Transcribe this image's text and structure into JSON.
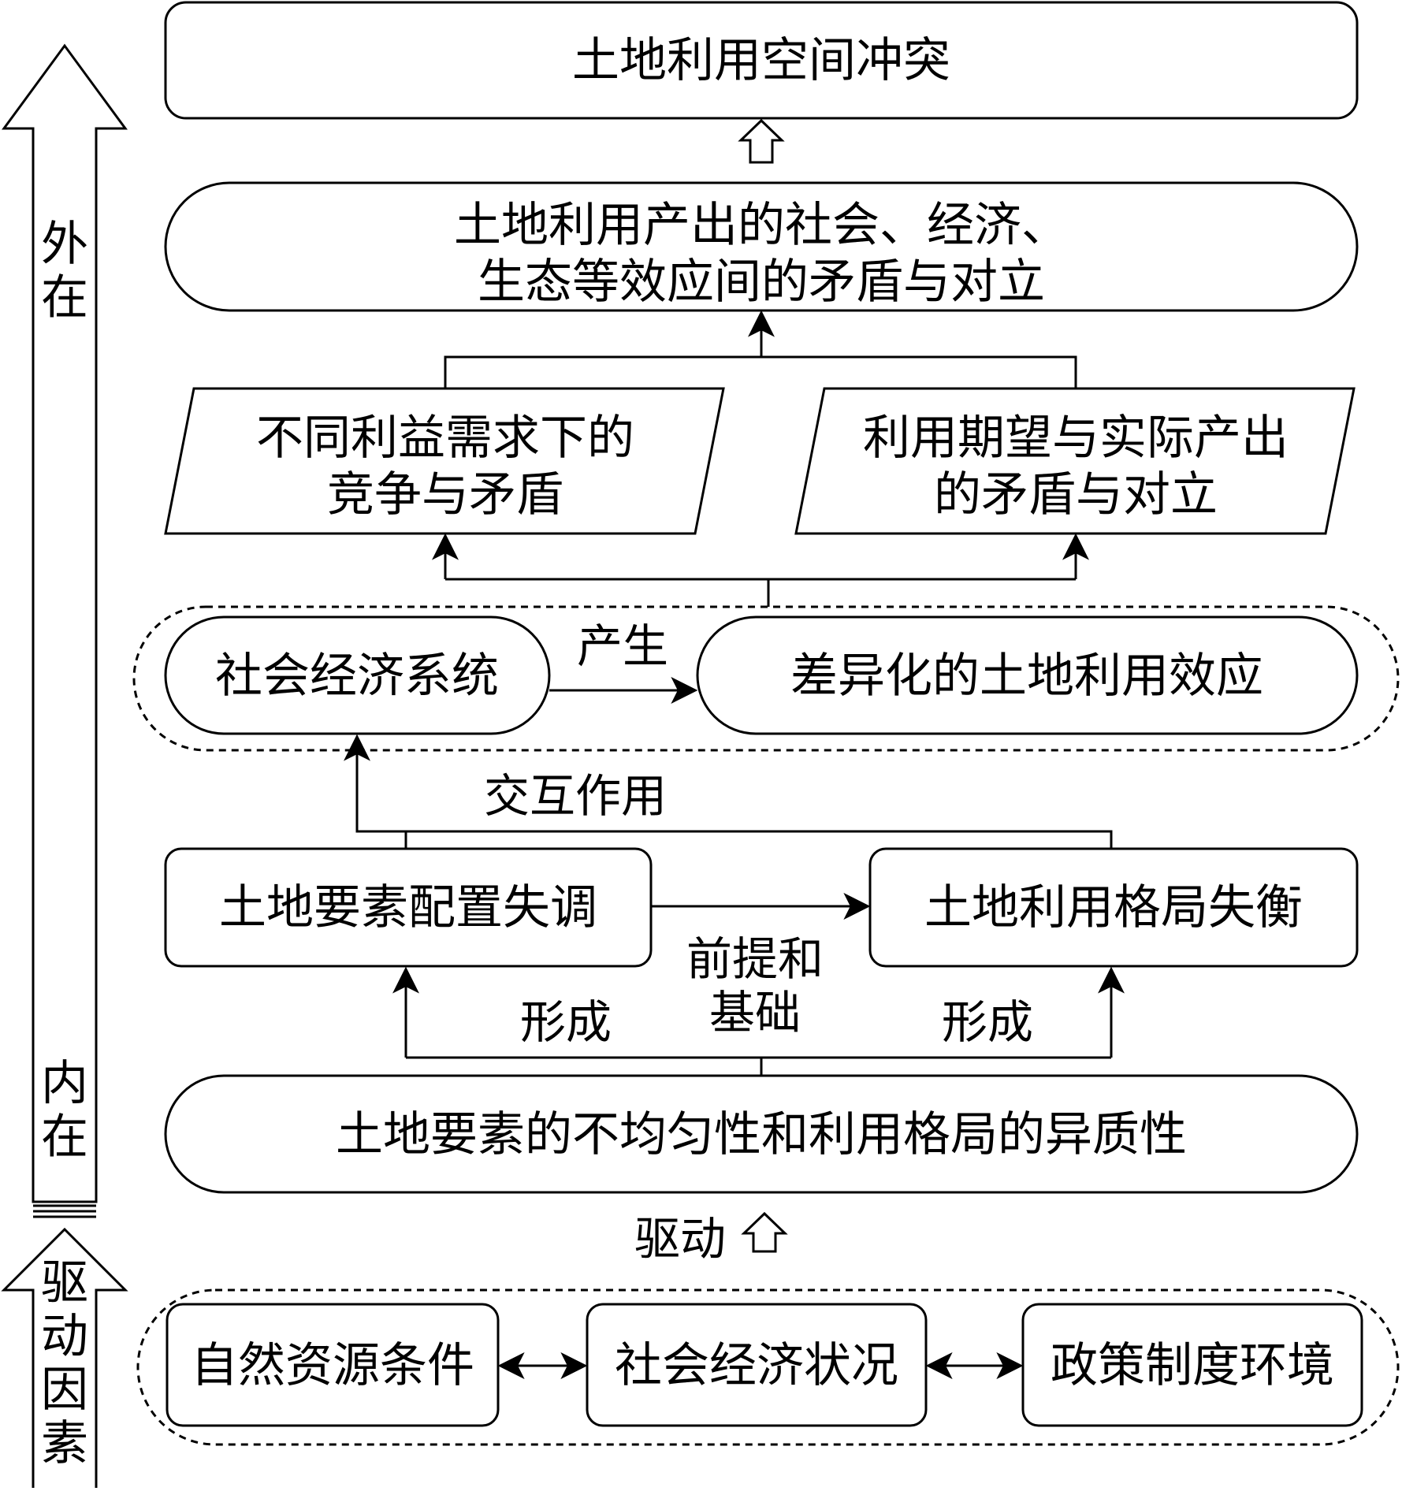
{
  "diagram": {
    "top_conflict": "土地利用空间冲突",
    "contradiction_effects": [
      "土地利用产出的社会、经济、",
      "生态等效应间的矛盾与对立"
    ],
    "competition_interests": [
      "不同利益需求下的",
      "竞争与矛盾"
    ],
    "expectation_vs_output": [
      "利用期望与实际产出",
      "的矛盾与对立"
    ],
    "socio_economic_system": "社会经济系统",
    "produce_label": "产生",
    "differentiated_effects": "差异化的土地利用效应",
    "interaction_label": "交互作用",
    "factor_misallocation": "土地要素配置失调",
    "pattern_imbalance": "土地利用格局失衡",
    "premise_label": [
      "前提和",
      "基础"
    ],
    "form_label_left": "形成",
    "form_label_right": "形成",
    "heterogeneity": "土地要素的不均匀性和利用格局的异质性",
    "drive_label": "驱动",
    "drivers": [
      "自然资源条件",
      "社会经济状况",
      "政策制度环境"
    ]
  },
  "side_axis": {
    "external": [
      "外",
      "在"
    ],
    "internal": [
      "内",
      "在"
    ],
    "driving_factors": [
      "驱",
      "动",
      "因",
      "素"
    ]
  }
}
